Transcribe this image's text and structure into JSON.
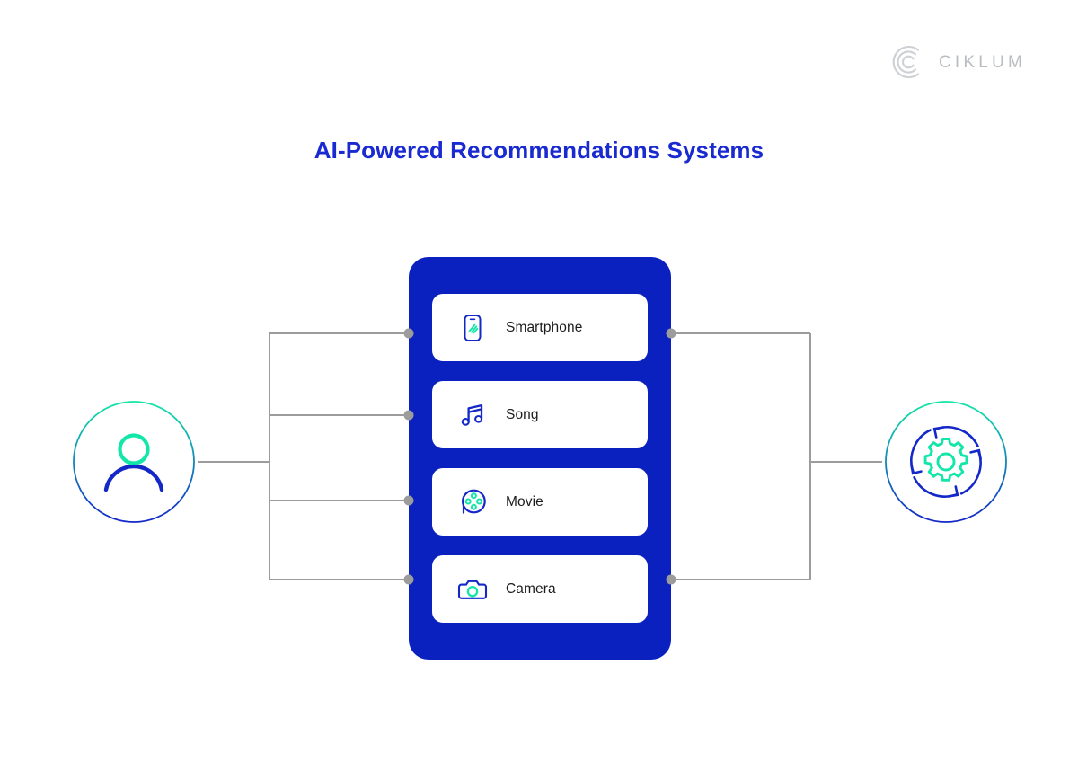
{
  "brand": {
    "name": "CIKLUM",
    "logo_icon": "ciklum-arc-logo-icon",
    "logo_color": "#b9bcc0"
  },
  "header": {
    "title": "AI-Powered Recommendations Systems",
    "title_color": "#1a2ad1"
  },
  "diagram": {
    "type": "flow",
    "source_node": {
      "name": "User",
      "icon": "user-avatar-icon",
      "ring_gradient_from": "#12e6a8",
      "ring_gradient_to": "#1428c8"
    },
    "target_node": {
      "name": "Recommendation Engine",
      "icon": "gear-refresh-cycle-icon",
      "ring_gradient_from": "#12e6a8",
      "ring_gradient_to": "#1428c8"
    },
    "panel": {
      "background": "#0a21c0",
      "items": [
        {
          "label": "Smartphone",
          "icon": "smartphone-icon",
          "left_dot": true,
          "right_dot": true
        },
        {
          "label": "Song",
          "icon": "music-note-icon",
          "left_dot": true,
          "right_dot": false
        },
        {
          "label": "Movie",
          "icon": "film-reel-icon",
          "left_dot": true,
          "right_dot": false
        },
        {
          "label": "Camera",
          "icon": "camera-icon",
          "left_dot": true,
          "right_dot": true
        }
      ]
    },
    "colors": {
      "accent_blue": "#1428c8",
      "accent_teal": "#12e6a8",
      "connector_line": "#9c9c9c",
      "connector_dot": "#9c9c9c",
      "card_background": "#ffffff",
      "label_text": "#1c1c1c"
    }
  }
}
